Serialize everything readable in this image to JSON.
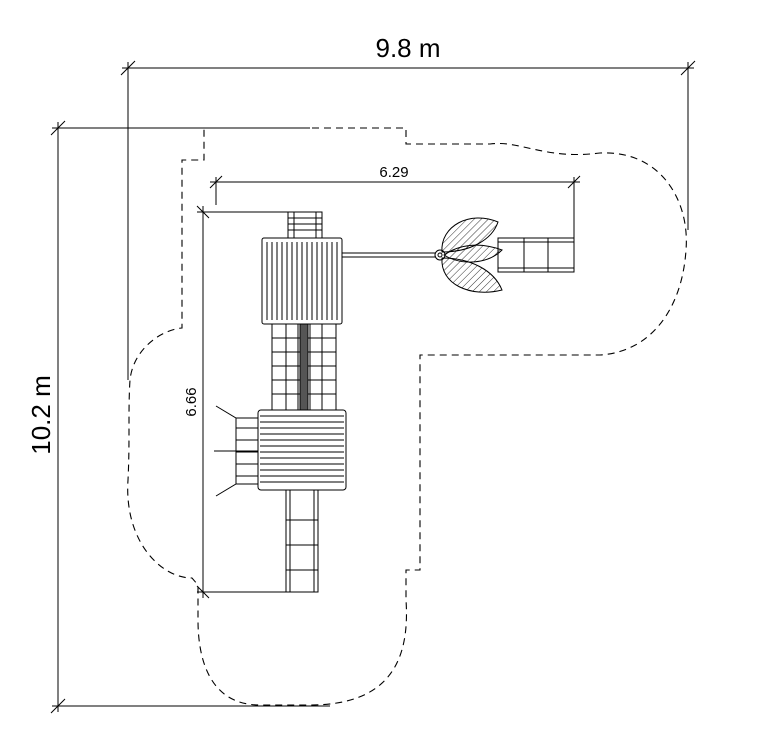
{
  "dimensions": {
    "overall_width": "9.8 m",
    "overall_height": "10.2 m",
    "inner_width": "6.29",
    "inner_height": "6.66"
  },
  "colors": {
    "ink": "#000000",
    "background": "#ffffff"
  }
}
